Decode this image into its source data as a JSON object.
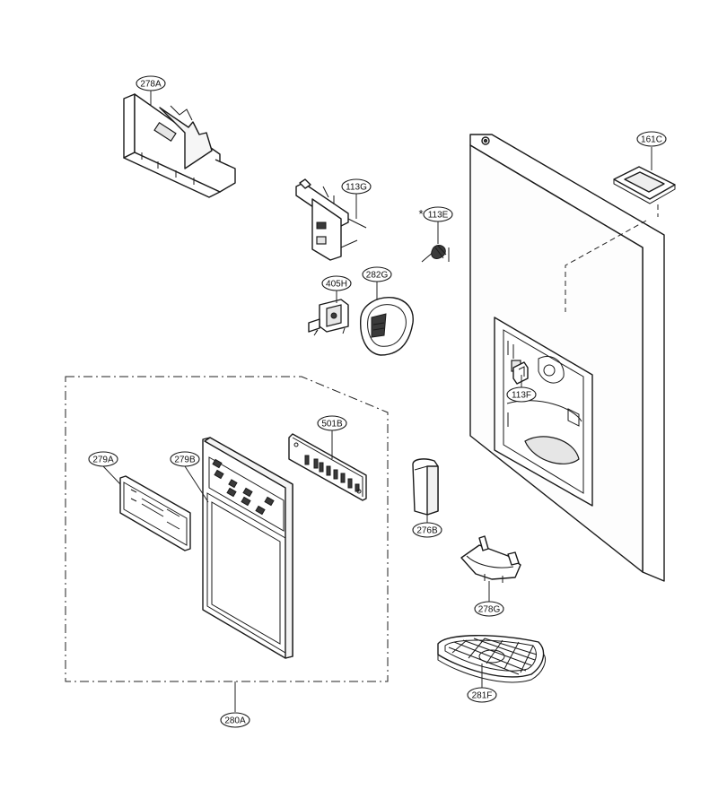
{
  "labels": {
    "l278A": "278A",
    "l113G": "113G",
    "l113E": "113E",
    "l161C": "161C",
    "l405H": "405H",
    "l282G": "282G",
    "l113F": "113F",
    "l501B": "501B",
    "l279A": "279A",
    "l279B": "279B",
    "l276B": "276B",
    "l278G": "278G",
    "l281F": "281F",
    "l280A": "280A"
  },
  "marker": "*"
}
